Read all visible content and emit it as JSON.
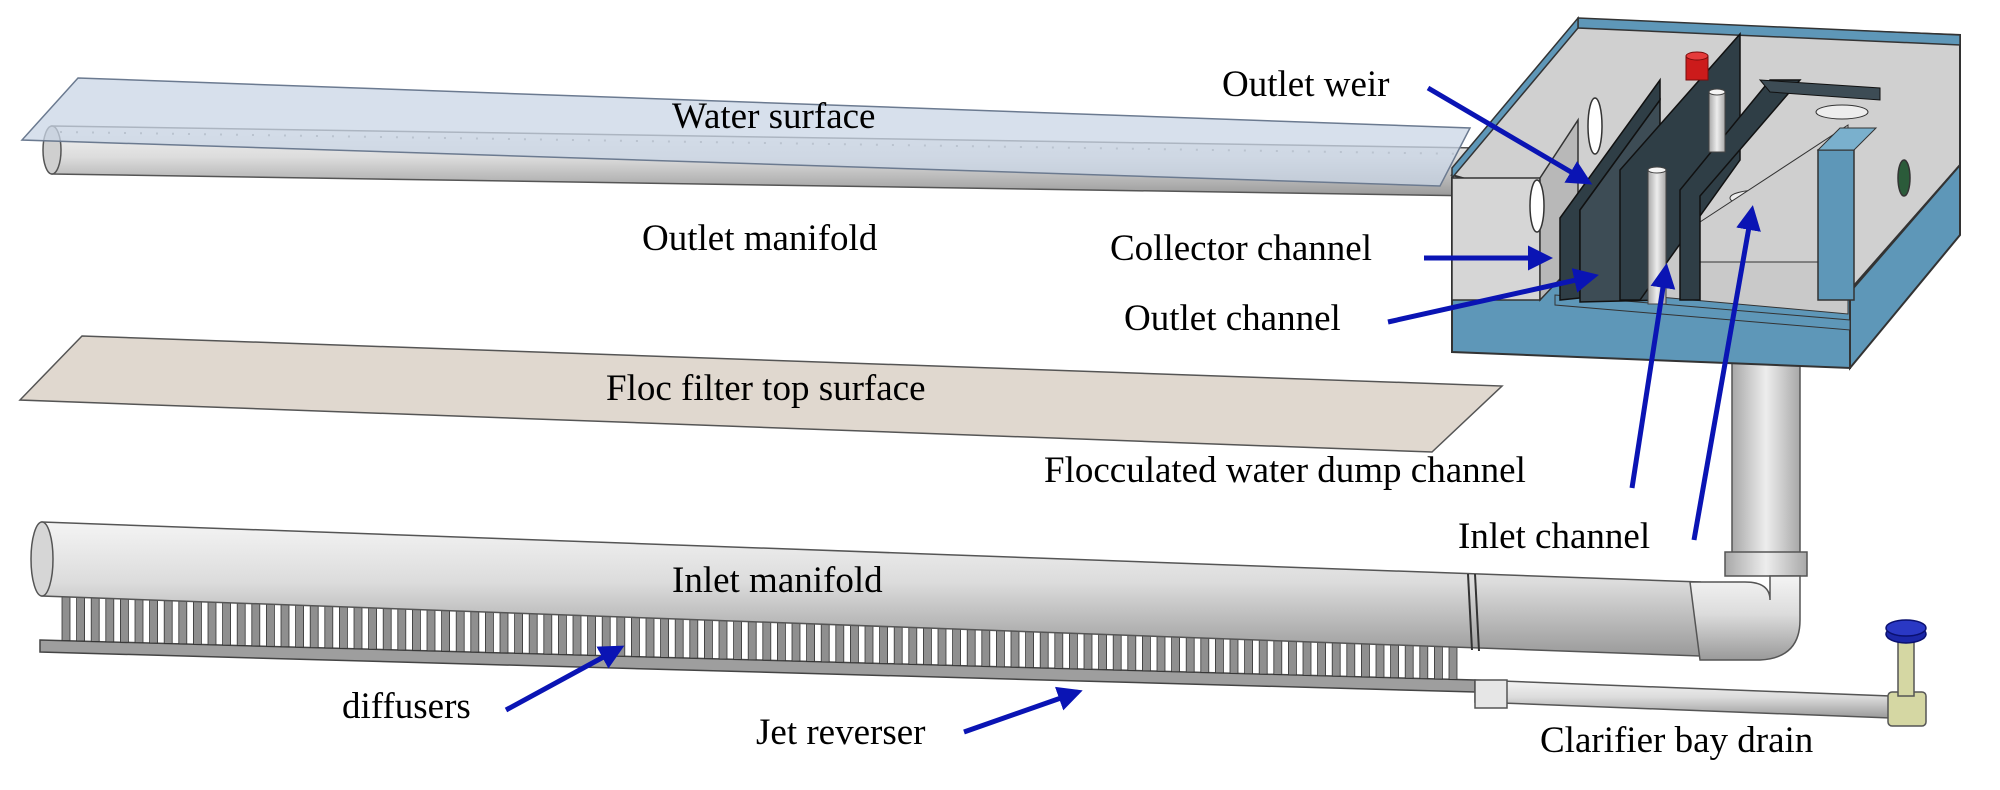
{
  "labels": {
    "water_surface": "Water surface",
    "outlet_manifold": "Outlet manifold",
    "floc_filter_top_surface": "Floc filter top surface",
    "inlet_manifold": "Inlet manifold",
    "diffusers": "diffusers",
    "jet_reverser": "Jet reverser",
    "outlet_weir": "Outlet weir",
    "collector_channel": "Collector channel",
    "outlet_channel": "Outlet channel",
    "flocculated_water_dump_channel": "Flocculated water dump channel",
    "inlet_channel": "Inlet channel",
    "clarifier_bay_drain": "Clarifier bay drain"
  },
  "colors": {
    "arrow": "#0a14b4",
    "box_blue": "#5e97b8",
    "box_gray": "#c9c9c9",
    "weir_dark": "#2f3e46",
    "water_surface": "#c9d5e6",
    "floc_surface": "#e0d8cf",
    "pipe": "#d9d9d9",
    "valve": "#d5d7a3",
    "valve_cap": "#1b27a8",
    "marker_red": "#cc1b1b"
  }
}
